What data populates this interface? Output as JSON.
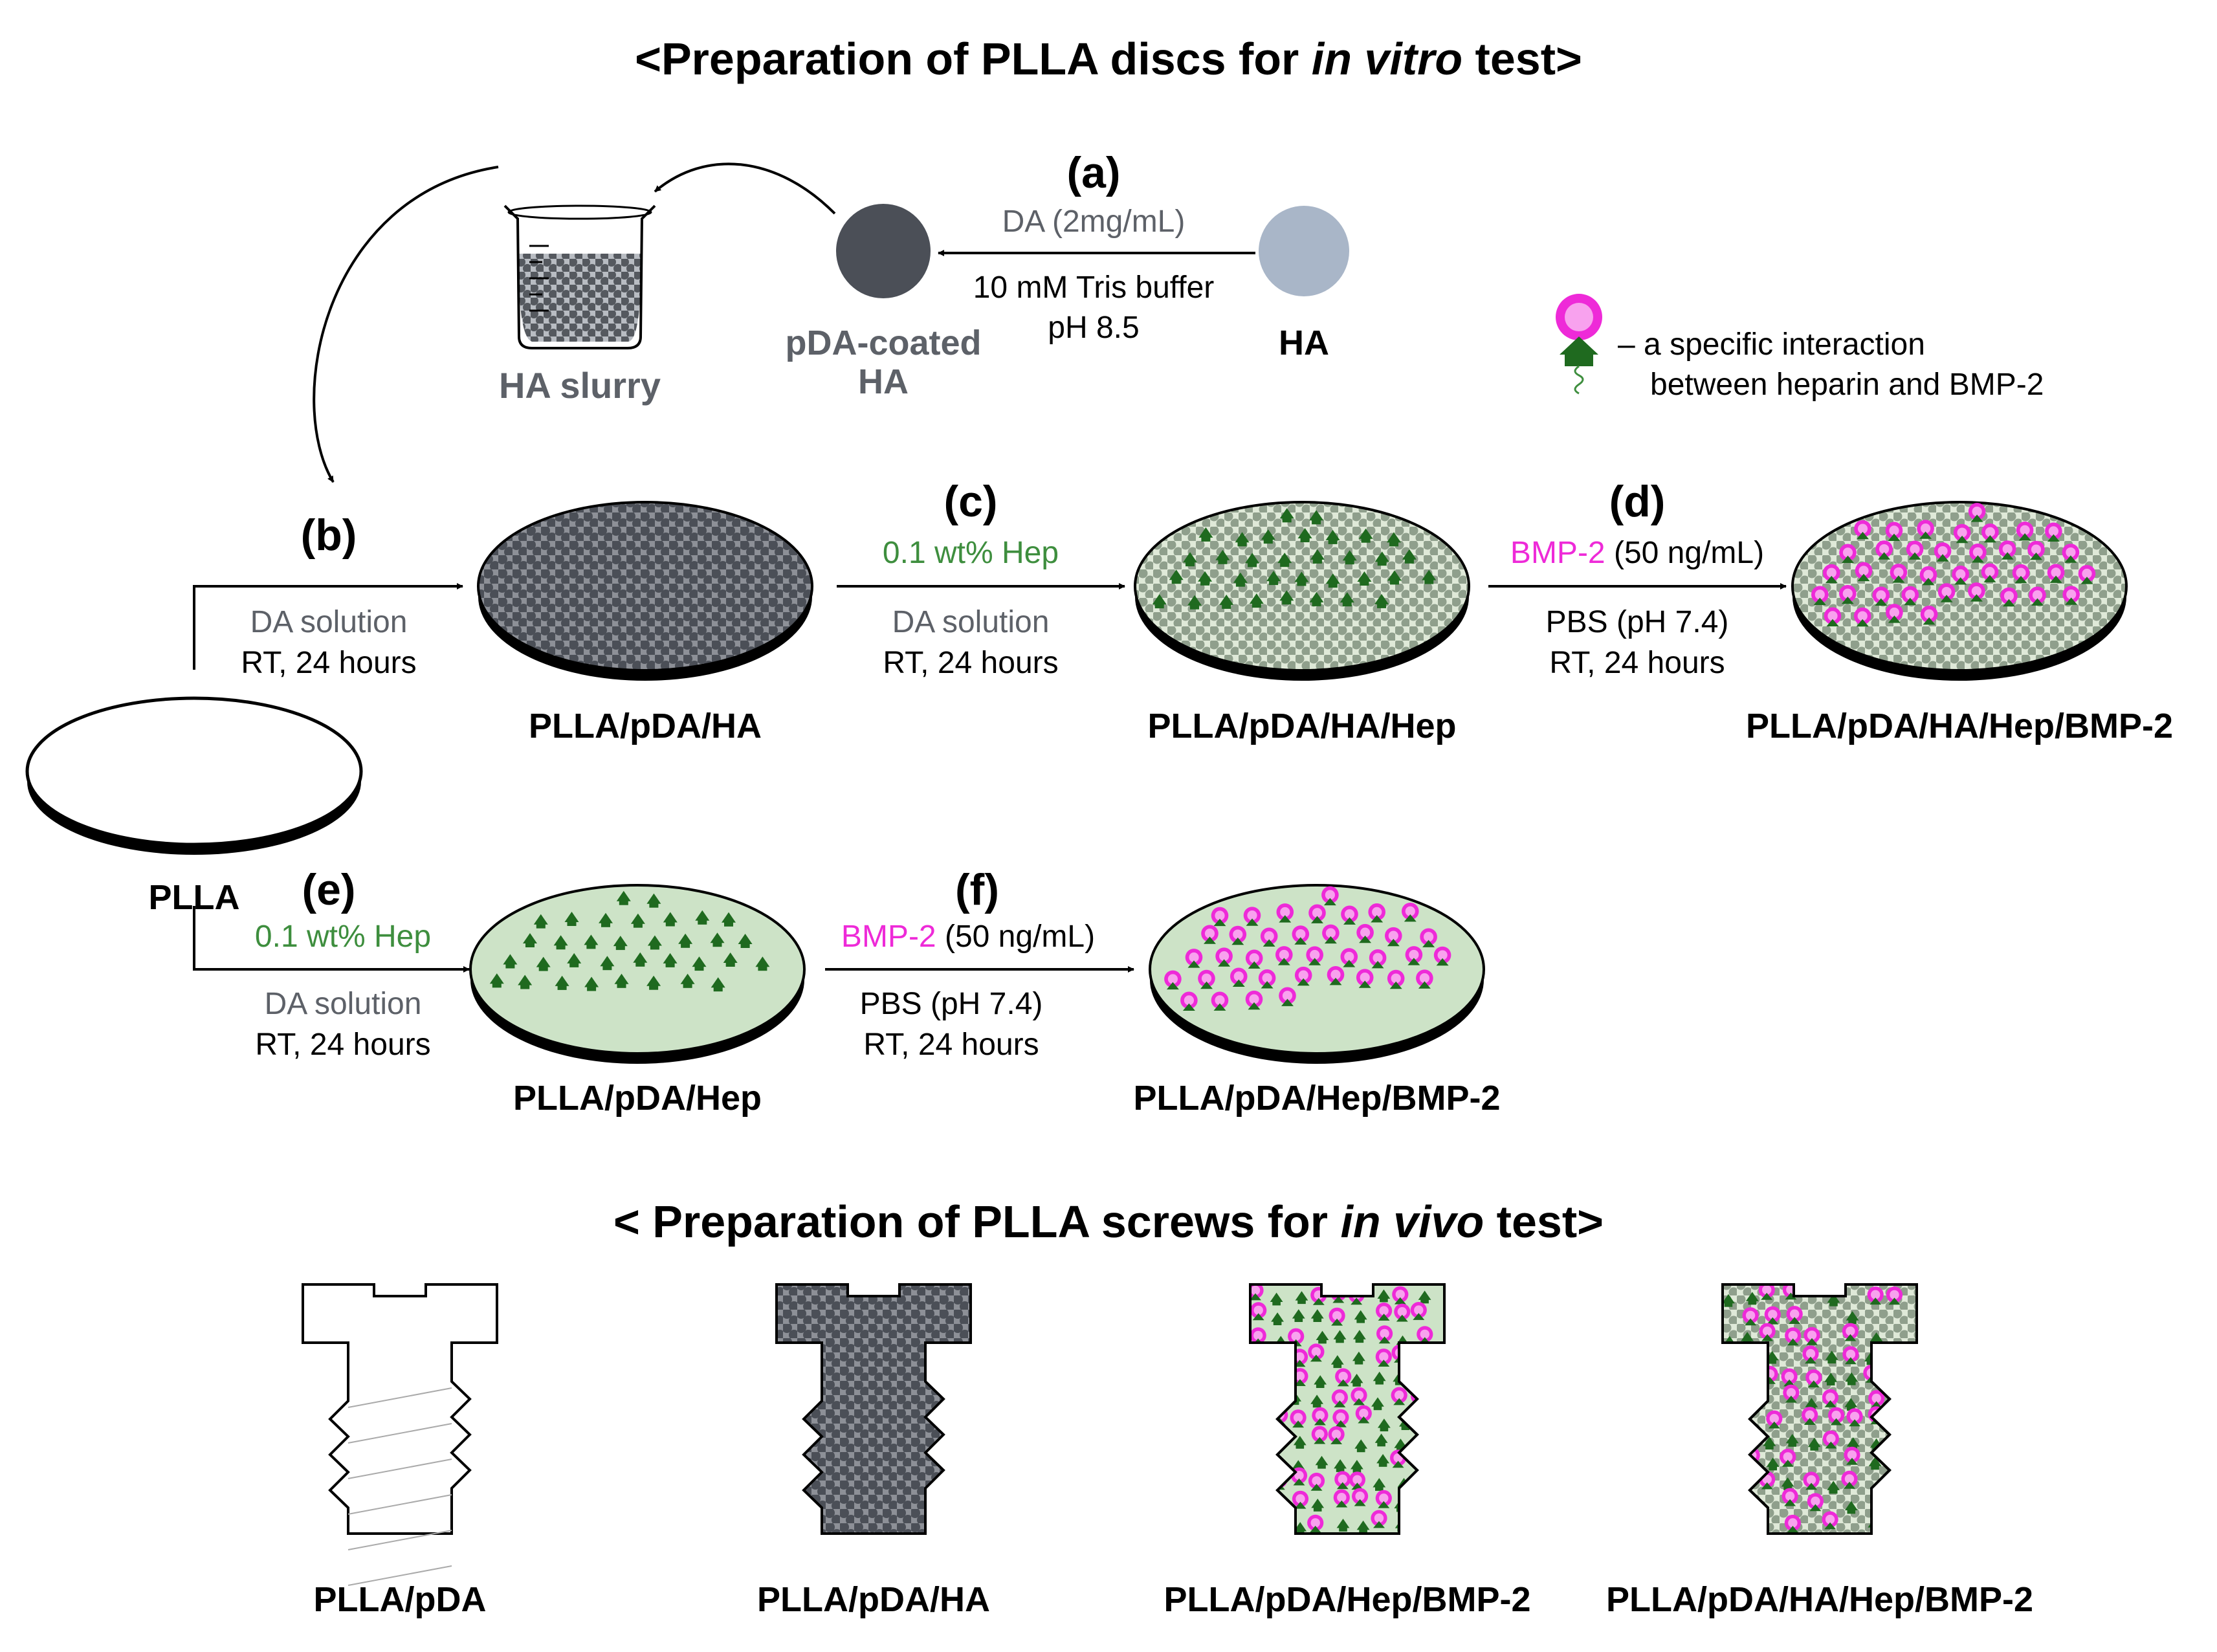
{
  "titles": {
    "in_vitro": {
      "prefix": "<Preparation of PLLA discs for ",
      "italic": "in vitro",
      "suffix": " test>"
    },
    "in_vivo": {
      "prefix": "< Preparation of PLLA screws for ",
      "italic": "in vivo",
      "suffix": " test>"
    }
  },
  "steps": {
    "a": "(a)",
    "b": "(b)",
    "c": "(c)",
    "d": "(d)",
    "e": "(e)",
    "f": "(f)"
  },
  "step_a": {
    "reagent": "DA",
    "reagent_conc": " (2mg/mL)",
    "buffer": "10 mM Tris buffer",
    "ph": "pH 8.5",
    "start_label": "HA",
    "product_label_line1": "pDA-coated",
    "product_label_line2": "HA",
    "slurry_label": "HA slurry"
  },
  "legend": {
    "line1": "– a specific interaction",
    "line2": "between heparin and BMP-2"
  },
  "conditions": {
    "da_solution": "DA solution",
    "rt_24h": "RT, 24 hours",
    "hep": "0.1 wt% Hep",
    "bmp": "BMP-2",
    "bmp_conc": " (50 ng/mL)",
    "pbs": "PBS (pH 7.4)"
  },
  "discs": {
    "plla": "PLLA",
    "plla_pda_ha": "PLLA/pDA/HA",
    "plla_pda_ha_hep": "PLLA/pDA/HA/Hep",
    "plla_pda_ha_hep_bmp": "PLLA/pDA/HA/Hep/BMP-2",
    "plla_pda_hep": "PLLA/pDA/Hep",
    "plla_pda_hep_bmp": "PLLA/pDA/Hep/BMP-2"
  },
  "screws": {
    "s1": "PLLA/pDA",
    "s2": "PLLA/pDA/HA",
    "s3": "PLLA/pDA/Hep/BMP-2",
    "s4": "PLLA/pDA/HA/Hep/BMP-2"
  },
  "colors": {
    "pda_ha": "#4b4f57",
    "ha": "#a9b6c8",
    "hep_fill": "#cde3c7",
    "heparin": "#1f6a1f",
    "bmp": "#ee2ad8",
    "hep_text": "#3e8e3e",
    "bmp_text": "#ee2ad8"
  }
}
